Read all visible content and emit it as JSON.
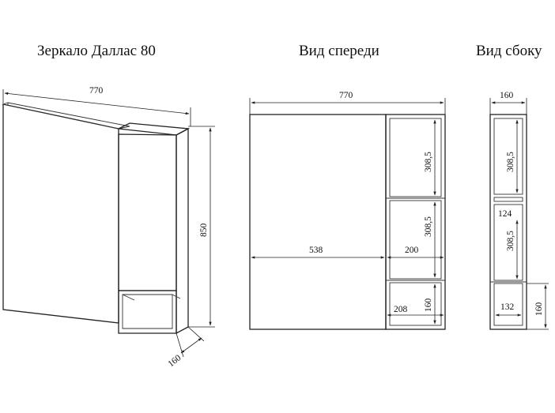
{
  "titles": {
    "main": "Зеркало Даллас 80",
    "front": "Вид спереди",
    "side": "Вид сбоку"
  },
  "iso": {
    "width": "770",
    "height": "850",
    "depth": "160"
  },
  "front": {
    "width": "770",
    "shelf_height_top": "308,5",
    "shelf_height_mid": "308,5",
    "mirror_width": "538",
    "cabinet_width": "200",
    "niche_width": "208",
    "niche_height": "160"
  },
  "side": {
    "depth": "160",
    "shelf_height_top": "308,5",
    "gap": "124",
    "shelf_height_mid": "308,5",
    "niche_depth": "132",
    "niche_height": "160"
  }
}
